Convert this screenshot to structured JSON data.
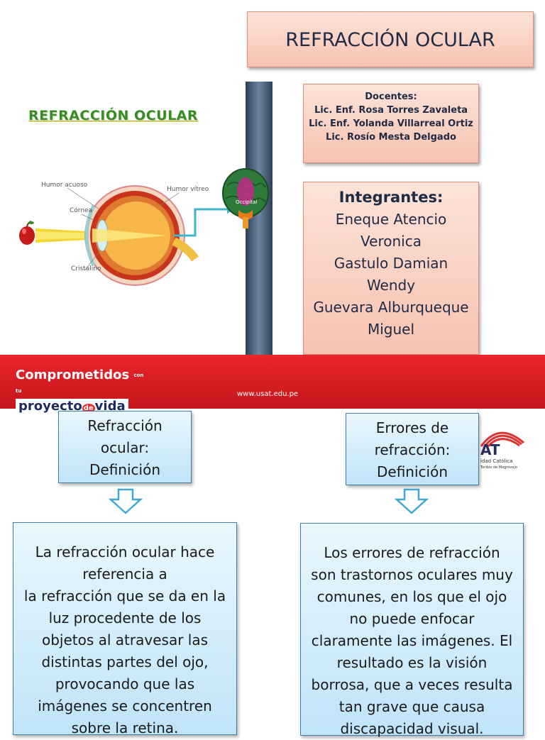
{
  "title": "REFRACCIÓN OCULAR",
  "docentes": {
    "heading": "Docentes:",
    "names": [
      "Lic.  Enf.  Rosa Torres Zavaleta",
      "Lic.  Enf.  Yolanda Villarreal Ortiz",
      "Lic. Rosío Mesta Delgado"
    ]
  },
  "integrantes": {
    "heading": "Integrantes:",
    "names": [
      "Eneque Atencio",
      "Veronica",
      "Gastulo Damian",
      "Wendy",
      "Guevara Alburqueque",
      "Miguel"
    ]
  },
  "illustration": {
    "title": "REFRACCIÓN OCULAR",
    "labels": {
      "humor_acuoso": "Humor acuoso",
      "cornea": "Córnea",
      "cristalino": "Cristalino",
      "humor_vitreo": "Humor vítreo",
      "occipital": "Occipital"
    }
  },
  "banner": {
    "slogan_main": "Comprometidos",
    "slogan_small_1": "con",
    "slogan_small_2": "tu",
    "slogan_line2_a": "proyecto",
    "slogan_line2_de": "de",
    "slogan_line2_b": "vida",
    "url": "www.usat.edu.pe"
  },
  "usat_logo": {
    "text": "AT",
    "line1": "idad Católica",
    "line2": "Toribio de Mogrovejo"
  },
  "sections": [
    {
      "heading": [
        "Refracción",
        "ocular:",
        "Definición"
      ],
      "body": [
        "La refracción ocular hace",
        "referencia a",
        "la refracción que se da en la",
        "luz procedente de los",
        "objetos al atravesar las",
        "distintas partes del ojo,",
        "provocando que las",
        "imágenes se concentren",
        "sobre la retina."
      ]
    },
    {
      "heading": [
        "Errores de",
        "refracción:",
        "Definición"
      ],
      "body": [
        "Los errores de refracción",
        "son trastornos oculares muy",
        "comunes, en los que el ojo",
        "no puede enfocar",
        "claramente las imágenes. El",
        "resultado es la visión",
        "borrosa, que a veces resulta",
        "tan grave que causa",
        "discapacidad visual."
      ]
    }
  ],
  "colors": {
    "peach_box": "#f7c2b0",
    "blue_box": "#bfe4f8",
    "banner_red": "#e9262b",
    "text_navy": "#1f2a44"
  }
}
